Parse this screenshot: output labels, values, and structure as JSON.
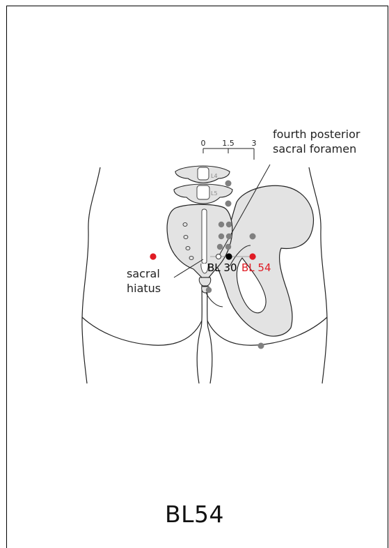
{
  "title": "BL54",
  "scale": {
    "ticks": [
      "0",
      "1.5",
      "3"
    ]
  },
  "labels": {
    "fourth_posterior_line1": "fourth posterior",
    "fourth_posterior_line2": "sacral foramen",
    "sacral_line1": "sacral",
    "sacral_line2": "hiatus",
    "bl30": "BL 30",
    "bl54": "BL 54",
    "l4": "L4",
    "l5": "L5"
  },
  "colors": {
    "highlight_point": "#e01b24",
    "reference_point": "#000000",
    "other_points": "#808080",
    "bone_fill": "#e3e3e3"
  }
}
